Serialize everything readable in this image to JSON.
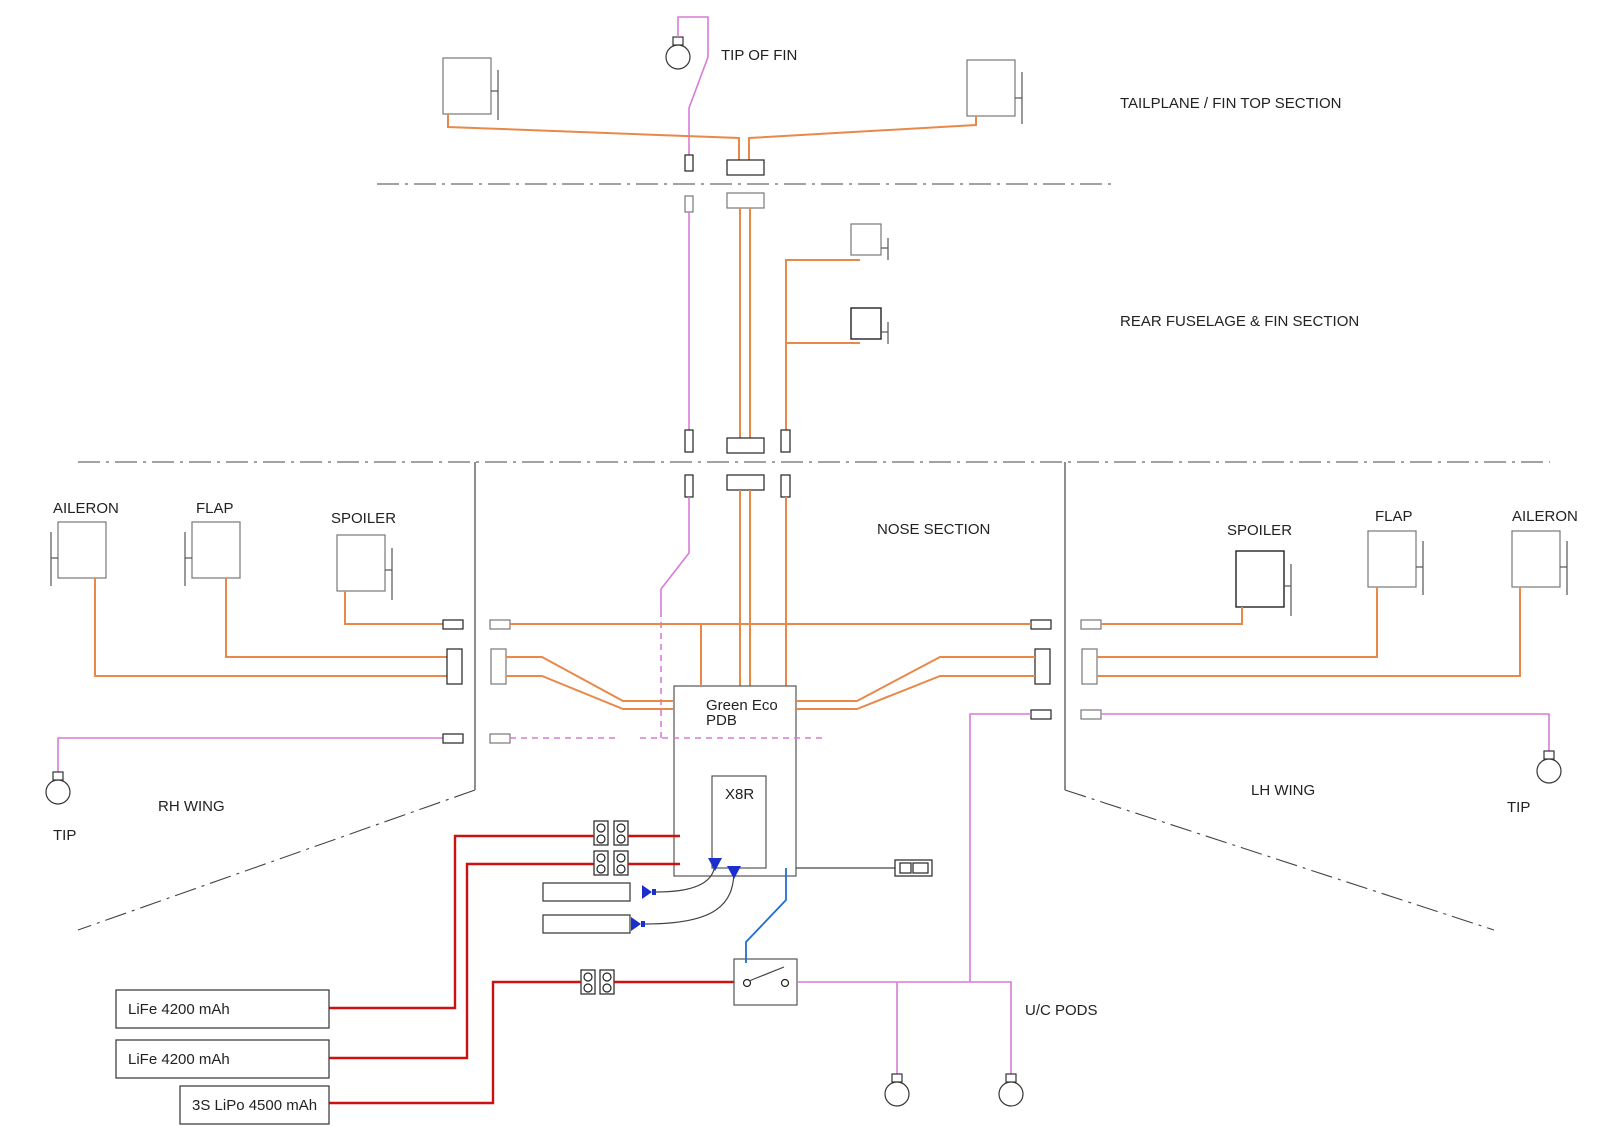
{
  "sections": {
    "tail": "TAILPLANE / FIN TOP SECTION",
    "rear": "REAR FUSELAGE & FIN SECTION",
    "nose": "NOSE SECTION",
    "rh_wing": "RH WING",
    "lh_wing": "LH WING"
  },
  "labels": {
    "tip_of_fin": "TIP OF FIN",
    "rh_aileron": "AILERON",
    "rh_flap": "FLAP",
    "rh_spoiler": "SPOILER",
    "lh_spoiler": "SPOILER",
    "lh_flap": "FLAP",
    "lh_aileron": "AILERON",
    "rh_tip": "TIP",
    "lh_tip": "TIP",
    "uc_pods": "U/C PODS"
  },
  "components": {
    "pdb_line1": "Green Eco",
    "pdb_line2": "PDB",
    "receiver": "X8R"
  },
  "batteries": [
    {
      "label": "LiFe 4200 mAh"
    },
    {
      "label": "LiFe 4200 mAh"
    },
    {
      "label": "3S LiPo 4500 mAh"
    }
  ],
  "colors": {
    "servo_wire": "#e8894a",
    "light_wire": "#d77bd7",
    "power_wire": "#cc1111",
    "switch_wire": "#1f6fd1",
    "connector_arrow": "#1a2fcc"
  }
}
